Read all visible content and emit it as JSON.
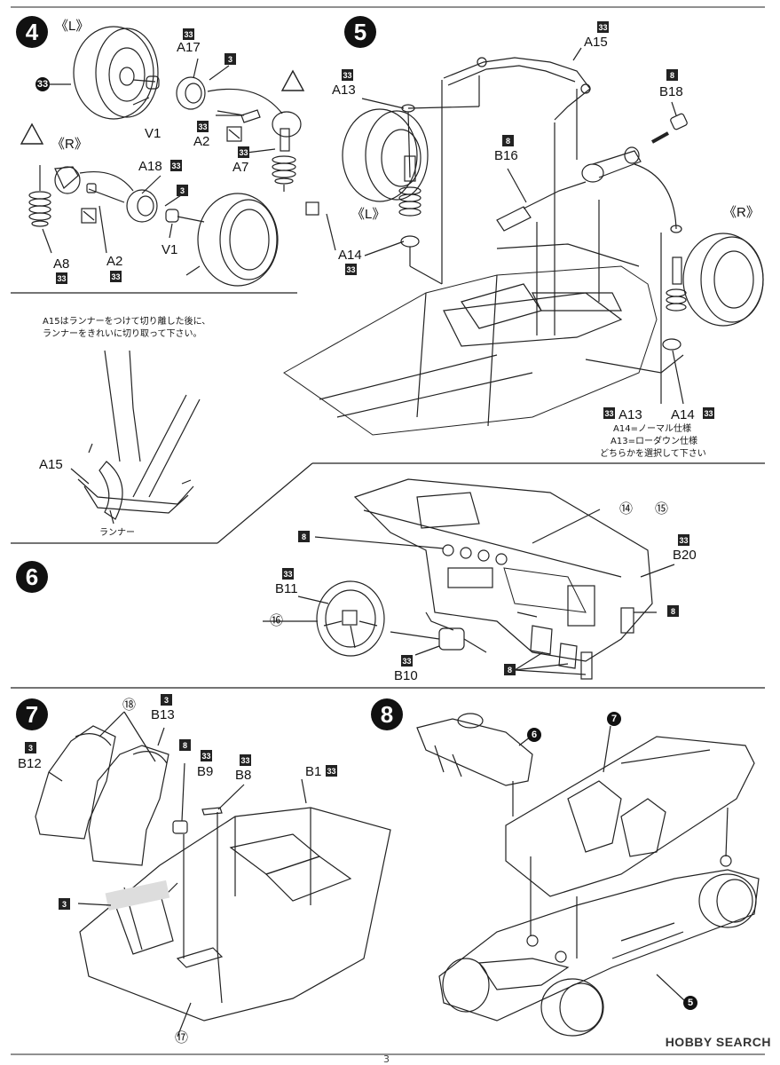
{
  "steps": {
    "s4": "4",
    "s5": "5",
    "s6": "6",
    "s7": "7",
    "s8": "8"
  },
  "step4": {
    "side_L": "《L》",
    "side_R": "《R》",
    "A17": "A17",
    "A2": "A2",
    "A7": "A7",
    "A18": "A18",
    "A2b": "A2",
    "A8": "A8",
    "V1": "V1",
    "V1b": "V1"
  },
  "step5": {
    "A15": "A15",
    "A13": "A13",
    "B18": "B18",
    "B16": "B16",
    "A14": "A14",
    "side_L": "《L》",
    "side_R": "《R》",
    "bottom_A13": "A13",
    "bottom_A14": "A14",
    "note_lines": [
      "A14=ノーマル仕様",
      "A13=ローダウン仕様",
      "どちらかを選択して下さい"
    ]
  },
  "runner_note": {
    "text_lines": [
      "A15はランナーをつけて切り離した後に、",
      "ランナーをきれいに切り取って下さい。"
    ],
    "A15": "A15",
    "runner": "ランナー"
  },
  "step6": {
    "B20": "B20",
    "B11": "B11",
    "B10": "B10",
    "c14": "⑭",
    "c15": "⑮",
    "c16": "⑯",
    "n8a": "8",
    "n8b": "8",
    "n8c": "8"
  },
  "step7": {
    "B13": "B13",
    "B12": "B12",
    "B9": "B9",
    "B8": "B8",
    "B1": "B1",
    "c18": "⑱",
    "c17": "⑰",
    "n3a": "3",
    "n3b": "3",
    "n3c": "3",
    "n8": "8"
  },
  "step8": {
    "n6": "6",
    "n7": "7",
    "n5": "5"
  },
  "codes": {
    "c33": "33",
    "c3": "3",
    "c8": "8"
  },
  "warning_icon": "warning-triangle-icon",
  "watermark": "HOBBY SEARCH",
  "page_number": "3"
}
